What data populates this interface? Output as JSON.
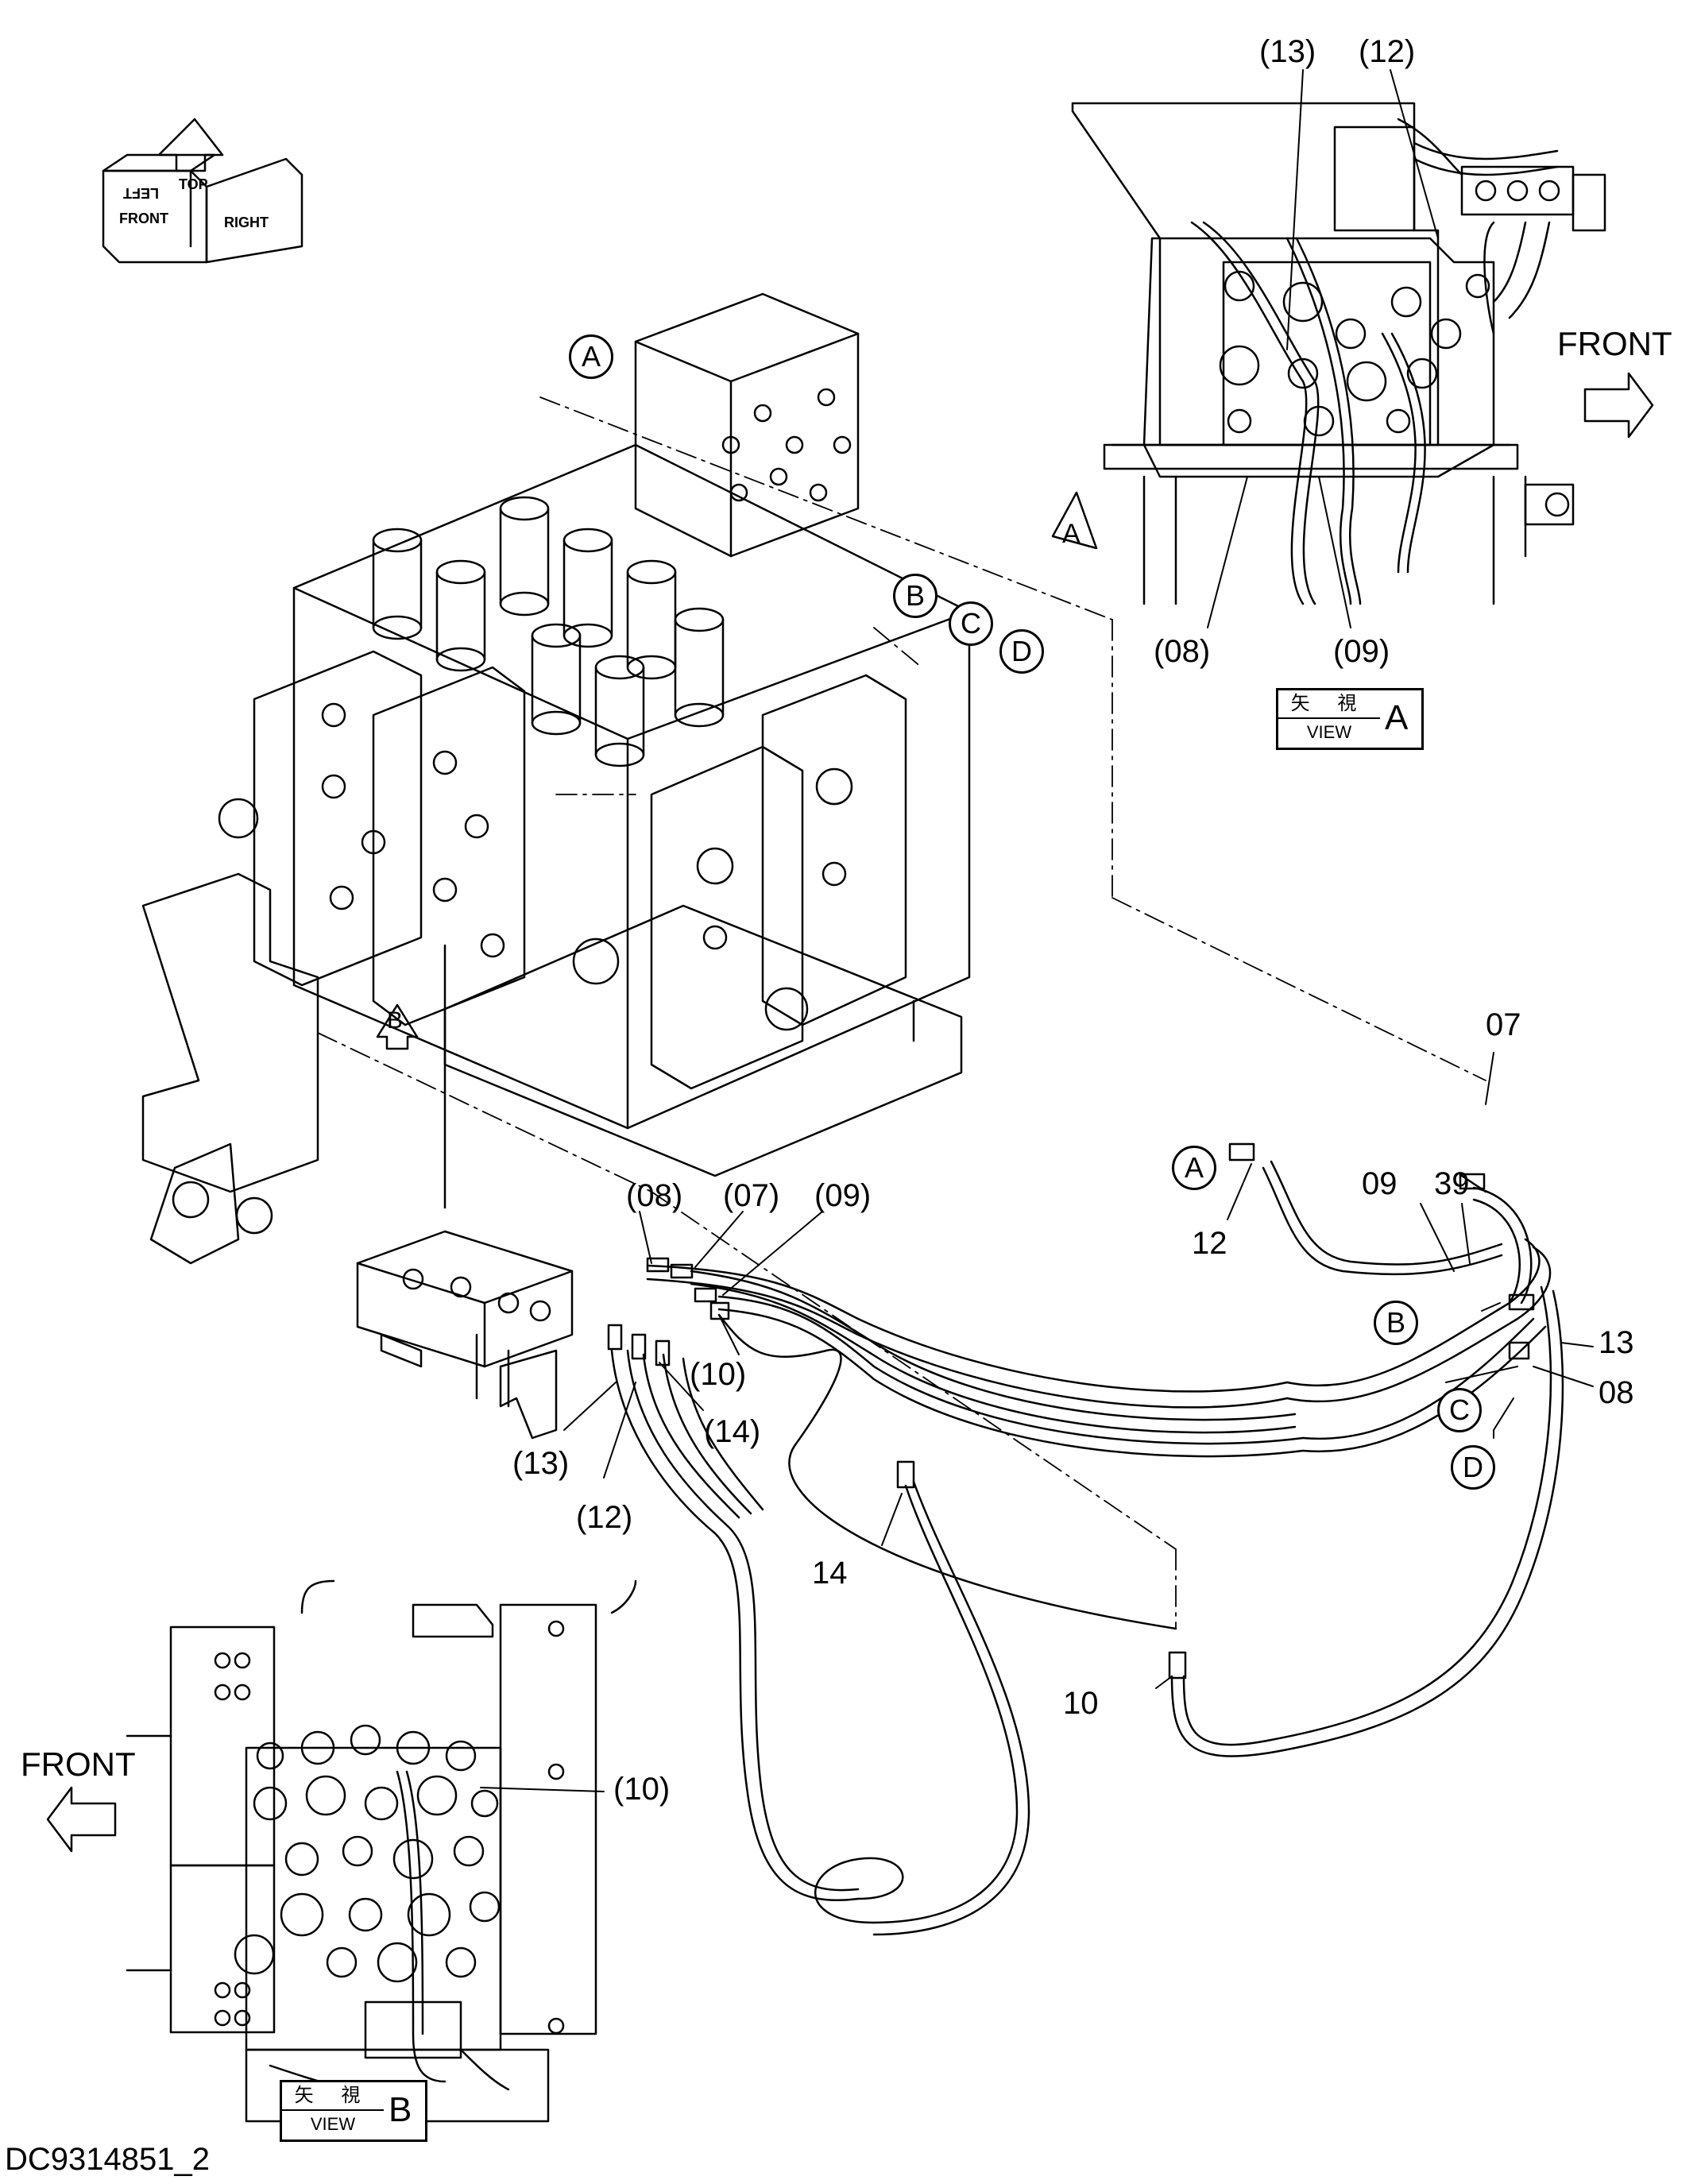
{
  "drawing_code": "DC9314851_2",
  "orientation_labels": [
    "FRONT",
    "TOP",
    "RIGHT",
    "LEFT"
  ],
  "front_labels": {
    "view_a": "FRONT",
    "view_b": "FRONT"
  },
  "view_a": {
    "jp": "矢 視",
    "view": "VIEW",
    "letter": "A",
    "marker": "A"
  },
  "view_b": {
    "jp": "矢 視",
    "view": "VIEW",
    "letter": "B",
    "marker": "B"
  },
  "connection_markers": {
    "a_top": "A",
    "b_top": "B",
    "c_top": "C",
    "d_top": "D",
    "a_hose": "A",
    "b_hose": "B",
    "c_hose": "C",
    "d_hose": "D"
  },
  "callouts": {
    "va_13": "(13)",
    "va_12": "(12)",
    "va_08": "(08)",
    "va_09": "(09)",
    "p07": "07",
    "p09": "09",
    "p39": "39",
    "p12": "12",
    "p13": "13",
    "p08": "08",
    "p14": "14",
    "p10": "10",
    "pb_08": "(08)",
    "pb_07": "(07)",
    "pb_09": "(09)",
    "pb_10": "(10)",
    "pb_14": "(14)",
    "pb_13": "(13)",
    "pb_12": "(12)",
    "vb_10": "(10)"
  }
}
